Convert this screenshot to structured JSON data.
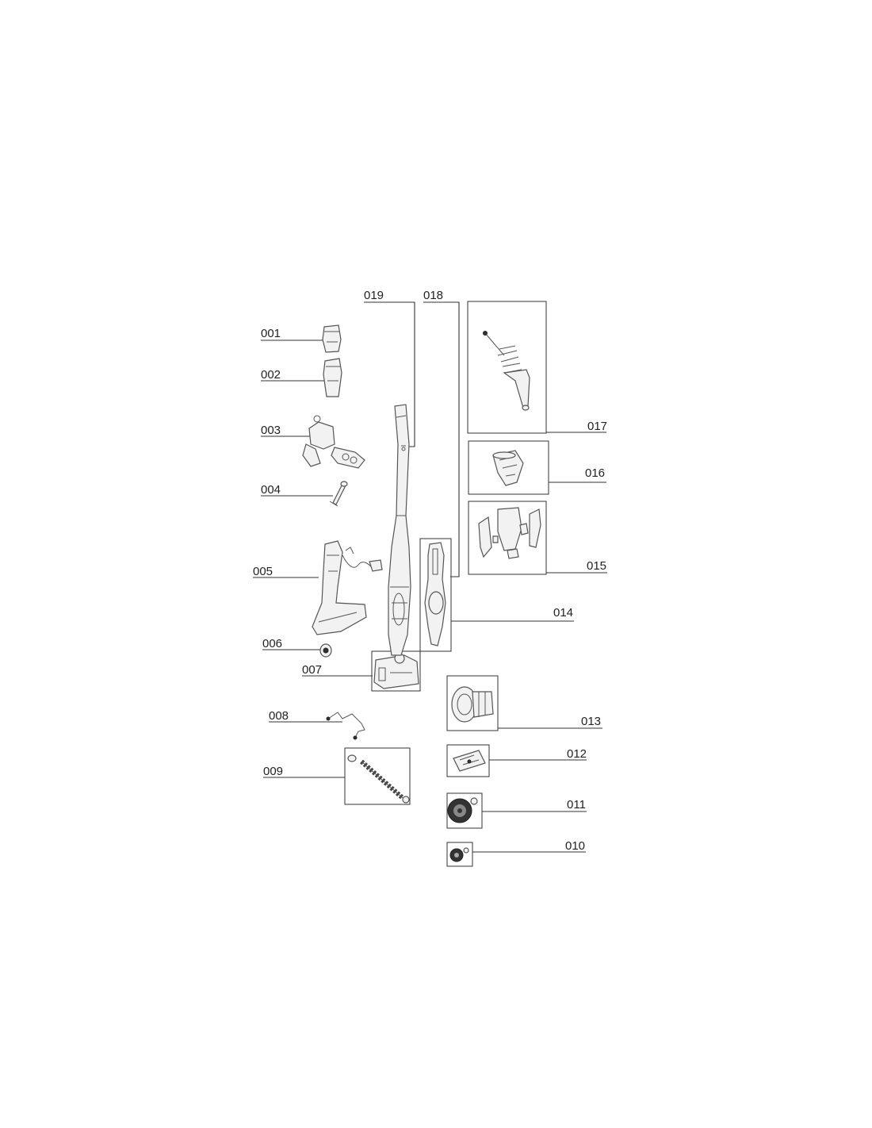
{
  "part_labels": {
    "p001": "001",
    "p002": "002",
    "p003": "003",
    "p004": "004",
    "p005": "005",
    "p006": "006",
    "p007": "007",
    "p008": "008",
    "p009": "009",
    "p010": "010",
    "p011": "011",
    "p012": "012",
    "p013": "013",
    "p014": "014",
    "p015": "015",
    "p016": "016",
    "p017": "017",
    "p018": "018",
    "p019": "019"
  }
}
